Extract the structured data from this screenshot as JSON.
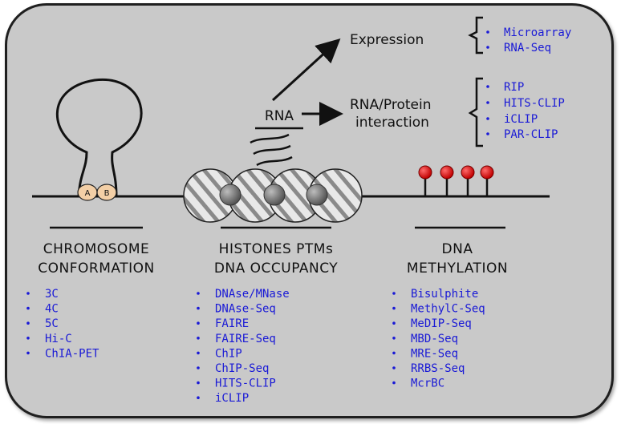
{
  "top": {
    "rna": "RNA",
    "expression": "Expression",
    "rna_protein_line1": "RNA/Protein",
    "rna_protein_line2": "interaction",
    "expression_methods": [
      "Microarray",
      "RNA-Seq"
    ],
    "interaction_methods": [
      "RIP",
      "HITS-CLIP",
      "iCLIP",
      "PAR-CLIP"
    ]
  },
  "loop": {
    "anchor_a": "A",
    "anchor_b": "B"
  },
  "columns": [
    {
      "title_line1": "CHROMOSOME",
      "title_line2": "CONFORMATION",
      "methods": [
        "3C",
        "4C",
        "5C",
        "Hi-C",
        "ChIA-PET"
      ]
    },
    {
      "title_line1": "HISTONES PTMs",
      "title_line2": "DNA OCCUPANCY",
      "methods": [
        "DNAse/MNase",
        "DNAse-Seq",
        "FAIRE",
        "FAIRE-Seq",
        "ChIP",
        "ChIP-Seq",
        "HITS-CLIP",
        "iCLIP"
      ]
    },
    {
      "title_line1": "DNA",
      "title_line2": "METHYLATION",
      "methods": [
        "Bisulphite",
        "MethylC-Seq",
        "MeDIP-Seq",
        "MBD-Seq",
        "MRE-Seq",
        "RRBS-Seq",
        "McrBC"
      ]
    }
  ],
  "colors": {
    "panel": "#c9c9c9",
    "method_text": "#1a1ad6",
    "methyl_mark": "#e01010",
    "anchor": "#f3cfa6"
  }
}
